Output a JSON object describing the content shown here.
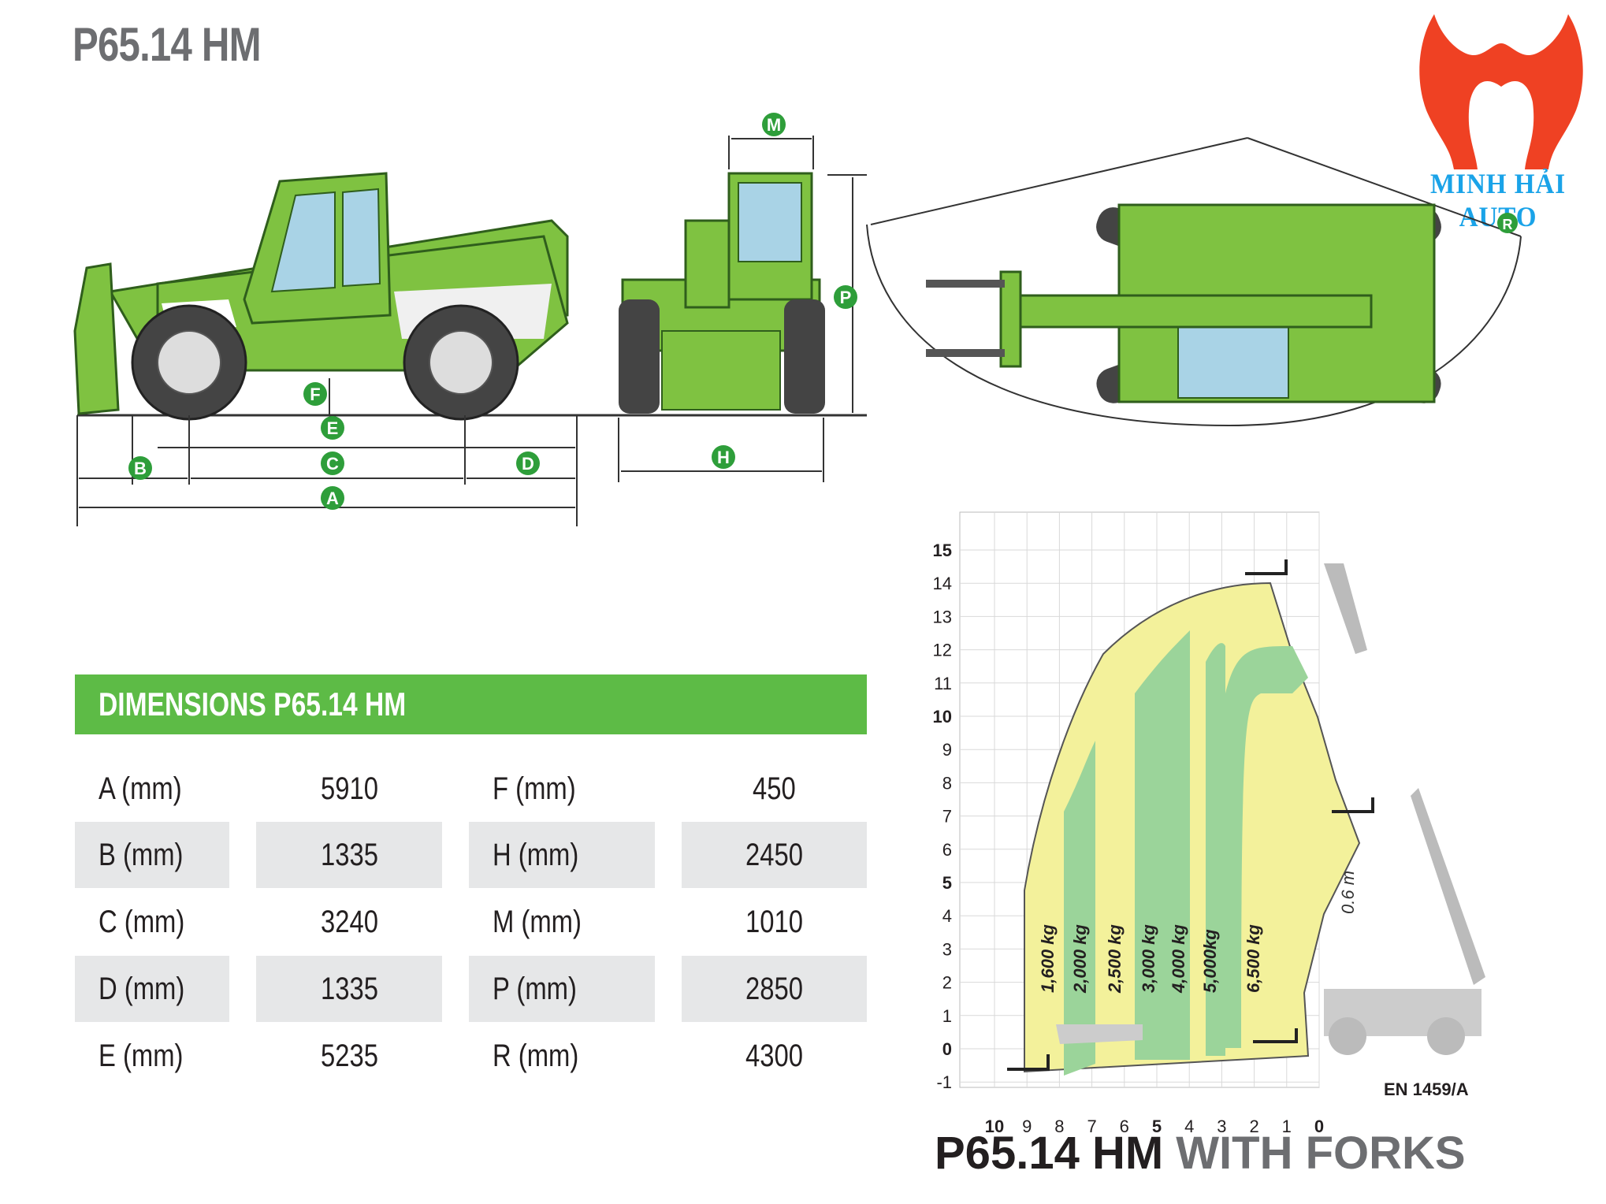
{
  "title": "P65.14 HM",
  "logo": {
    "text": "MINH HẢI AUTO",
    "colors": {
      "red": "#ef4123",
      "blue": "#1aa3e8"
    }
  },
  "dimension_labels": [
    "M",
    "P",
    "R",
    "F",
    "E",
    "B",
    "C",
    "D",
    "A",
    "H"
  ],
  "colors": {
    "machine_green": "#7fc241",
    "accent_green": "#5dbb46",
    "row_shade": "#e6e7e8",
    "chart_yellow": "#f3f19b",
    "chart_green": "#9bd49a"
  },
  "dimensions_table": {
    "header": "DIMENSIONS P65.14 HM",
    "rows": [
      {
        "label1": "A (mm)",
        "value1": "5910",
        "label2": "F (mm)",
        "value2": "450"
      },
      {
        "label1": "B (mm)",
        "value1": "1335",
        "label2": "H (mm)",
        "value2": "2450"
      },
      {
        "label1": "C (mm)",
        "value1": "3240",
        "label2": "M (mm)",
        "value2": "1010"
      },
      {
        "label1": "D (mm)",
        "value1": "1335",
        "label2": "P (mm)",
        "value2": "2850"
      },
      {
        "label1": "E (mm)",
        "value1": "5235",
        "label2": "R (mm)",
        "value2": "4300"
      }
    ]
  },
  "chart_data": {
    "type": "load chart",
    "title": "P65.14 HM",
    "title_suffix": "WITH FORKS",
    "standard": "EN 1459/A",
    "y_ticks": [
      "15",
      "14",
      "13",
      "12",
      "11",
      "10",
      "9",
      "8",
      "7",
      "6",
      "5",
      "4",
      "3",
      "2",
      "1",
      "0",
      "-1"
    ],
    "x_ticks": [
      "10",
      "9",
      "8",
      "7",
      "6",
      "5",
      "4",
      "3",
      "2",
      "1",
      "0"
    ],
    "load_zones": [
      "1,600 kg",
      "2,000 kg",
      "2,500 kg",
      "3,000 kg",
      "4,000 kg",
      "5,000kg",
      "6,500 kg"
    ],
    "annotation": "0.6 m"
  }
}
